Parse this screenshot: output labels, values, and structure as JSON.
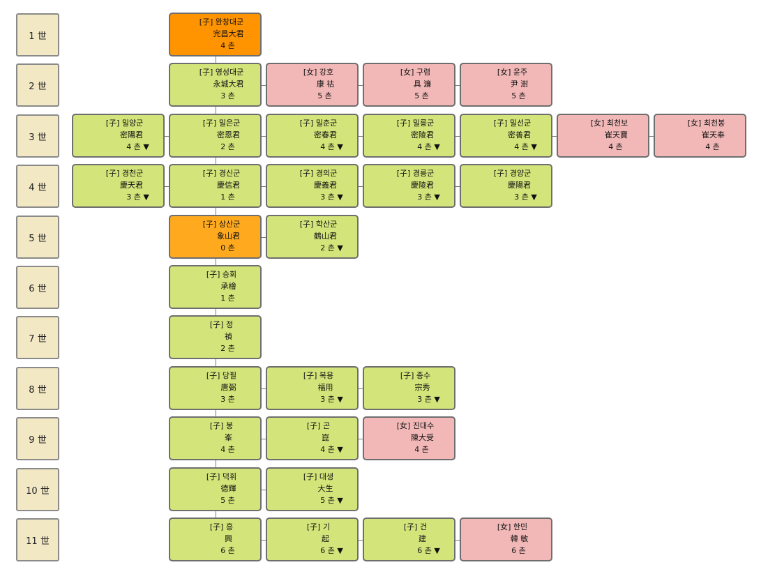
{
  "generations": [
    "1 世",
    "2 世",
    "3 世",
    "4 世",
    "5 世",
    "6 世",
    "7 世",
    "8 世",
    "9 世",
    "10 世",
    "11 世"
  ],
  "rows": [
    [
      {
        "col": 1,
        "tag": "[子]",
        "kor": "완창대군",
        "han": "完昌大君",
        "chon": "4 촌",
        "arrow": false,
        "kind": "root"
      }
    ],
    [
      {
        "col": 1,
        "tag": "[子]",
        "kor": "영성대군",
        "han": "永城大君",
        "chon": "3 촌",
        "arrow": false,
        "kind": "son"
      },
      {
        "col": 2,
        "tag": "[女]",
        "kor": "강호",
        "han": "康 祜",
        "chon": "5 촌",
        "arrow": false,
        "kind": "dau"
      },
      {
        "col": 3,
        "tag": "[女]",
        "kor": "구렴",
        "han": "具 濂",
        "chon": "5 촌",
        "arrow": false,
        "kind": "dau"
      },
      {
        "col": 4,
        "tag": "[女]",
        "kor": "윤주",
        "han": "尹 澍",
        "chon": "5 촌",
        "arrow": false,
        "kind": "dau"
      }
    ],
    [
      {
        "col": 0,
        "tag": "[子]",
        "kor": "밀양군",
        "han": "密陽君",
        "chon": "4 촌",
        "arrow": true,
        "kind": "son"
      },
      {
        "col": 1,
        "tag": "[子]",
        "kor": "밀은군",
        "han": "密恩君",
        "chon": "2 촌",
        "arrow": false,
        "kind": "son"
      },
      {
        "col": 2,
        "tag": "[子]",
        "kor": "밀춘군",
        "han": "密春君",
        "chon": "4 촌",
        "arrow": true,
        "kind": "son"
      },
      {
        "col": 3,
        "tag": "[子]",
        "kor": "밀릉군",
        "han": "密陵君",
        "chon": "4 촌",
        "arrow": true,
        "kind": "son"
      },
      {
        "col": 4,
        "tag": "[子]",
        "kor": "밀선군",
        "han": "密善君",
        "chon": "4 촌",
        "arrow": true,
        "kind": "son"
      },
      {
        "col": 5,
        "tag": "[女]",
        "kor": "최천보",
        "han": "崔天寶",
        "chon": "4 촌",
        "arrow": false,
        "kind": "dau"
      },
      {
        "col": 6,
        "tag": "[女]",
        "kor": "최천봉",
        "han": "崔天奉",
        "chon": "4 촌",
        "arrow": false,
        "kind": "dau"
      }
    ],
    [
      {
        "col": 0,
        "tag": "[子]",
        "kor": "경천군",
        "han": "慶天君",
        "chon": "3 촌",
        "arrow": true,
        "kind": "son"
      },
      {
        "col": 1,
        "tag": "[子]",
        "kor": "경신군",
        "han": "慶信君",
        "chon": "1 촌",
        "arrow": false,
        "kind": "son"
      },
      {
        "col": 2,
        "tag": "[子]",
        "kor": "경의군",
        "han": "慶義君",
        "chon": "3 촌",
        "arrow": true,
        "kind": "son"
      },
      {
        "col": 3,
        "tag": "[子]",
        "kor": "경릉군",
        "han": "慶陵君",
        "chon": "3 촌",
        "arrow": true,
        "kind": "son"
      },
      {
        "col": 4,
        "tag": "[子]",
        "kor": "경양군",
        "han": "慶陽君",
        "chon": "3 촌",
        "arrow": true,
        "kind": "son"
      }
    ],
    [
      {
        "col": 1,
        "tag": "[子]",
        "kor": "상산군",
        "han": "象山君",
        "chon": "0 촌",
        "arrow": false,
        "kind": "self"
      },
      {
        "col": 2,
        "tag": "[子]",
        "kor": "학산군",
        "han": "鶴山君",
        "chon": "2 촌",
        "arrow": true,
        "kind": "son"
      }
    ],
    [
      {
        "col": 1,
        "tag": "[子]",
        "kor": "승회",
        "han": "承檜",
        "chon": "1 촌",
        "arrow": false,
        "kind": "son"
      }
    ],
    [
      {
        "col": 1,
        "tag": "[子]",
        "kor": "정",
        "han": "禎",
        "chon": "2 촌",
        "arrow": false,
        "kind": "son"
      }
    ],
    [
      {
        "col": 1,
        "tag": "[子]",
        "kor": "당필",
        "han": "唐弼",
        "chon": "3 촌",
        "arrow": false,
        "kind": "son"
      },
      {
        "col": 2,
        "tag": "[子]",
        "kor": "복용",
        "han": "福用",
        "chon": "3 촌",
        "arrow": true,
        "kind": "son"
      },
      {
        "col": 3,
        "tag": "[子]",
        "kor": "종수",
        "han": "宗秀",
        "chon": "3 촌",
        "arrow": true,
        "kind": "son"
      }
    ],
    [
      {
        "col": 1,
        "tag": "[子]",
        "kor": "봉",
        "han": "峯",
        "chon": "4 촌",
        "arrow": false,
        "kind": "son"
      },
      {
        "col": 2,
        "tag": "[子]",
        "kor": "곤",
        "han": "崑",
        "chon": "4 촌",
        "arrow": true,
        "kind": "son"
      },
      {
        "col": 3,
        "tag": "[女]",
        "kor": "진대수",
        "han": "陳大受",
        "chon": "4 촌",
        "arrow": false,
        "kind": "dau"
      }
    ],
    [
      {
        "col": 1,
        "tag": "[子]",
        "kor": "덕휘",
        "han": "德輝",
        "chon": "5 촌",
        "arrow": false,
        "kind": "son"
      },
      {
        "col": 2,
        "tag": "[子]",
        "kor": "대생",
        "han": "大生",
        "chon": "5 촌",
        "arrow": true,
        "kind": "son"
      }
    ],
    [
      {
        "col": 1,
        "tag": "[子]",
        "kor": "흥",
        "han": "興",
        "chon": "6 촌",
        "arrow": false,
        "kind": "son"
      },
      {
        "col": 2,
        "tag": "[子]",
        "kor": "기",
        "han": "起",
        "chon": "6 촌",
        "arrow": true,
        "kind": "son"
      },
      {
        "col": 3,
        "tag": "[子]",
        "kor": "건",
        "han": "建",
        "chon": "6 촌",
        "arrow": true,
        "kind": "son"
      },
      {
        "col": 4,
        "tag": "[女]",
        "kor": "한민",
        "han": "韓 敏",
        "chon": "6 촌",
        "arrow": false,
        "kind": "dau"
      }
    ]
  ],
  "arrow_glyph": "▼",
  "colors": {
    "son": "#d3e47a",
    "daughter": "#f2b8b8",
    "root": "#ff9400",
    "self": "#ffaa1e",
    "generation": "#f2e8c4"
  }
}
